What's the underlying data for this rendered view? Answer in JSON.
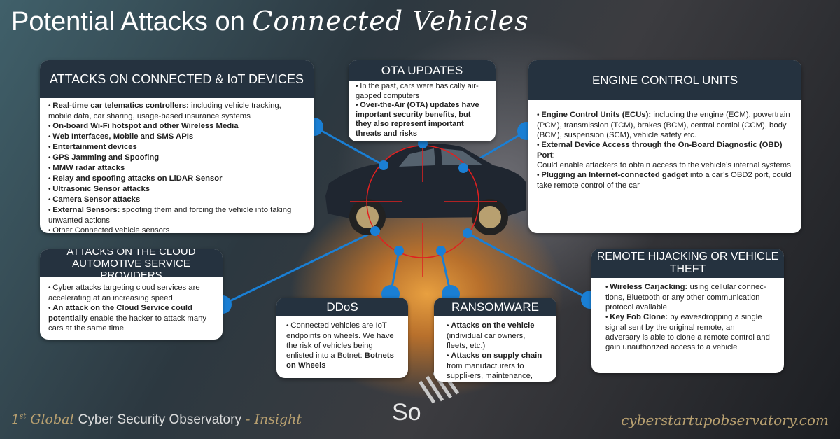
{
  "title": {
    "main": "Potential Attacks on",
    "script": "Connected Vehicles"
  },
  "colors": {
    "header": "#25323f",
    "dot": "#1a7fd4",
    "crosshair": "#e02020"
  },
  "boxes": {
    "iot": {
      "title": "ATTACKS ON CONNECTED & IoT DEVICES",
      "items": [
        {
          "bold": "Real-time car telematics controllers:",
          "text": " including vehicle tracking, mobile data, car sharing, usage-based insurance systems"
        },
        {
          "bold": "On-board Wi-Fi hotspot and other Wireless Media",
          "text": ""
        },
        {
          "bold": "Web Interfaces, Mobile and SMS APIs",
          "text": ""
        },
        {
          "bold": "Entertainment devices",
          "text": ""
        },
        {
          "bold": "GPS Jamming and Spoofing",
          "text": ""
        },
        {
          "bold": "MMW radar attacks",
          "text": ""
        },
        {
          "bold": "Relay and spoofing attacks on LiDAR Sensor",
          "text": ""
        },
        {
          "bold": "Ultrasonic Sensor attacks",
          "text": ""
        },
        {
          "bold": "Camera Sensor attacks",
          "text": ""
        },
        {
          "bold": "External Sensors:",
          "text": " spoofing them and forcing the vehicle into taking unwanted actions"
        },
        {
          "bold": "",
          "text": "Other Connected vehicle sensors"
        }
      ]
    },
    "ota": {
      "title": "OTA UPDATES",
      "items": [
        {
          "bold": "",
          "text": "In the past, cars were basically air-gapped computers"
        },
        {
          "bold": "Over-the-Air (OTA) updates have important security benefits, but they also represent important threats and risks",
          "text": ""
        }
      ]
    },
    "ecu": {
      "title": "ENGINE CONTROL UNITS",
      "items": [
        {
          "bold": "Engine Control Units (ECUs):",
          "text": " including the engine (ECM), powertrain (PCM), transmission (TCM), brakes (BCM), central contlol (CCM), body (BCM), suspension (SCM), vehicle safety etc."
        },
        {
          "bold": "External Device Access through the On-Board Diagnostic (OBD) Port",
          "text": ":",
          "after": "Could enable attackers to obtain access to the vehicle’s internal systems"
        },
        {
          "bold": "Plugging an Internet-connected gadget",
          "text": " into a car’s OBD2 port, could take remote control of the car"
        }
      ]
    },
    "cloud": {
      "title": "ATTACKS ON THE CLOUD AUTOMOTIVE SERVICE PROVIDERS",
      "items": [
        {
          "bold": "",
          "text": "Cyber attacks targeting cloud services are accelerating at an increasing speed"
        },
        {
          "bold": "An attack on the Cloud Service could potentially",
          "text": " enable the hacker to attack many cars at the same time"
        }
      ]
    },
    "ddos": {
      "title": "DDoS",
      "items": [
        {
          "bold": "",
          "text": "Connected vehicles are IoT endpoints on wheels. We have the risk of vehicles being enlisted into a Botnet: ",
          "bold2": "Botnets on Wheels"
        }
      ]
    },
    "ransomware": {
      "title": "RANSOMWARE",
      "items": [
        {
          "bold": "Attacks on the vehicle",
          "text": " (individual car owners, fleets, etc.)"
        },
        {
          "bold": "Attacks on supply chain",
          "text": " from manufacturers to suppli-ers, maintenance, etc."
        }
      ]
    },
    "remote": {
      "title": "REMOTE HIJACKING OR VEHICLE THEFT",
      "items": [
        {
          "bold": "Wireless Carjacking:",
          "text": " using cellular connec-tions, Bluetooth or any other communication protocol available"
        },
        {
          "bold": "Key Fob Clone:",
          "text": " by eavesdropping a single signal sent by the original remote, an adversary is able to clone a remote control and gain unauthorized access to a vehicle"
        }
      ]
    }
  },
  "footer": {
    "sup": "st",
    "first": "1",
    "global": " Global ",
    "name": "Cyber Security Observatory",
    "insight": " - Insight",
    "logo": "So",
    "url": "cyberstartupobservatory.com"
  }
}
